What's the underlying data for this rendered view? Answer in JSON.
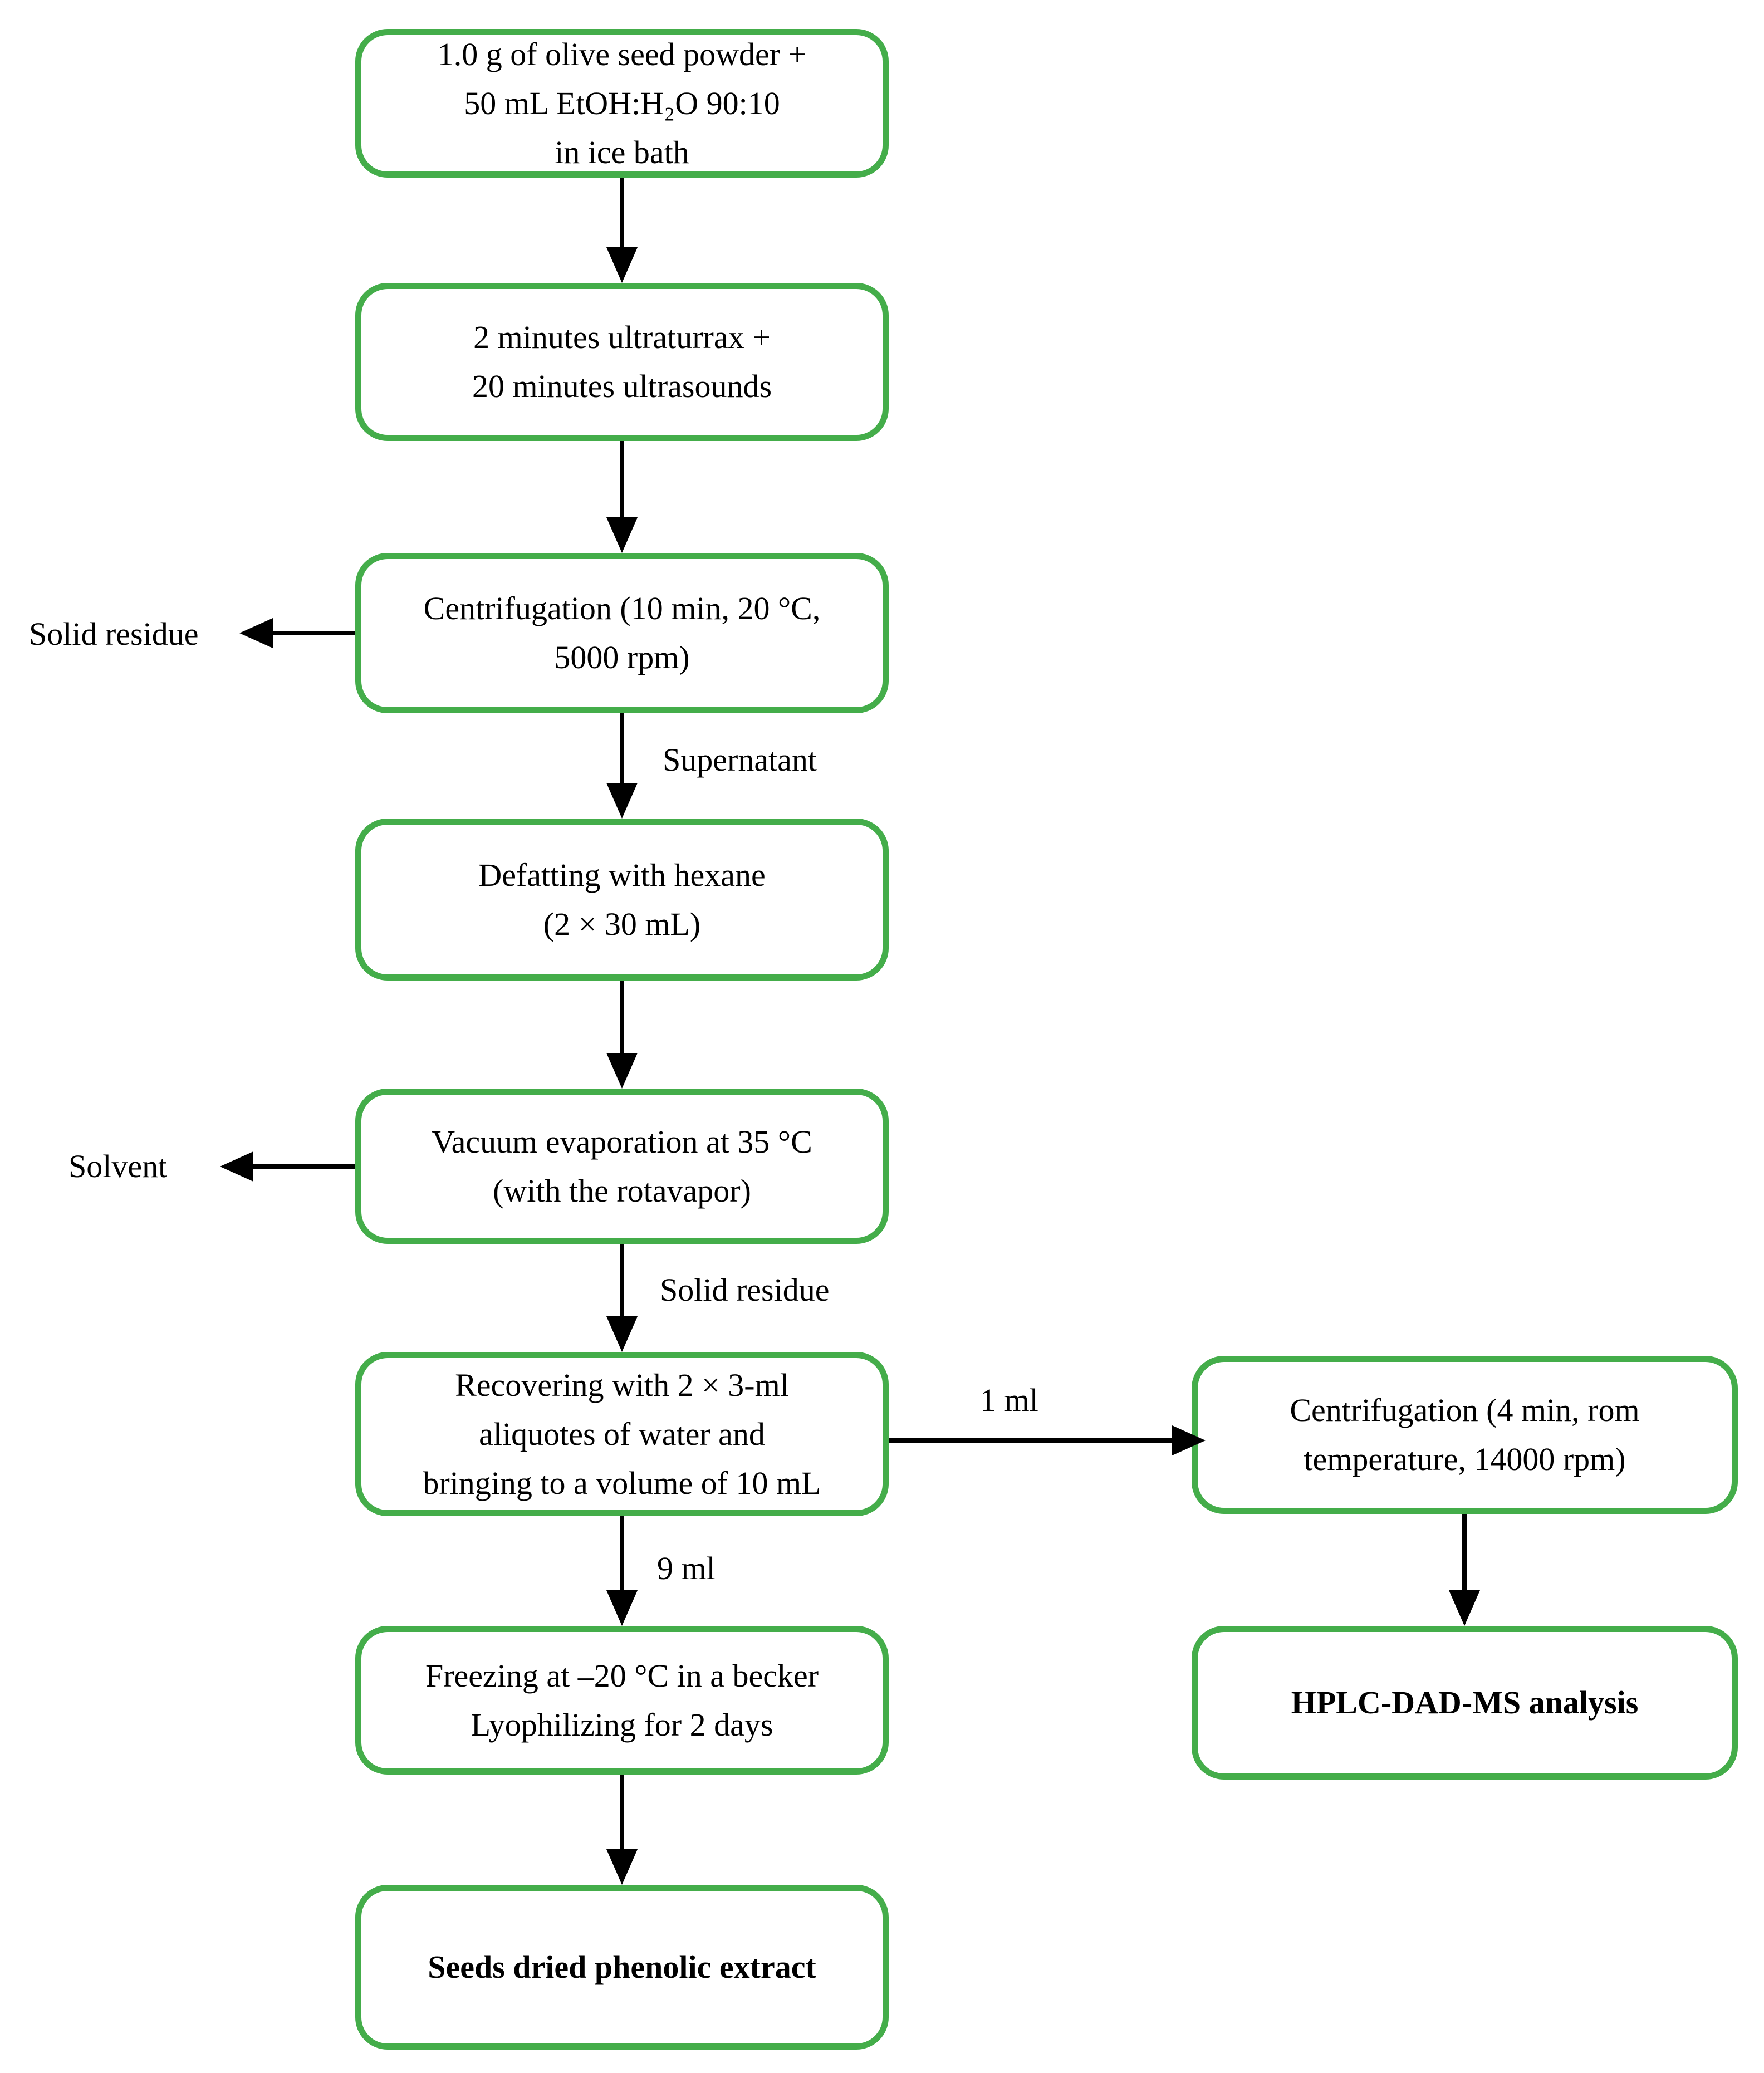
{
  "colors": {
    "box_border": "#44ad4a",
    "arrow": "#000000",
    "text": "#000000"
  },
  "boxes": {
    "step1": {
      "lines": [
        "1.0 g of olive seed powder +",
        "50 mL EtOH:H₂O 90:10",
        "in ice bath"
      ]
    },
    "step2": {
      "lines": [
        "2 minutes ultraturrax +",
        "20 minutes ultrasounds"
      ]
    },
    "step3": {
      "lines": [
        "Centrifugation (10 min, 20 °C,",
        "5000 rpm)"
      ]
    },
    "step4": {
      "lines": [
        "Defatting with hexane",
        "(2 × 30 mL)"
      ]
    },
    "step5": {
      "lines": [
        "Vacuum evaporation at 35 °C",
        "(with the rotavapor)"
      ]
    },
    "step6": {
      "lines": [
        "Recovering with 2 × 3-ml",
        "aliquotes of water and",
        "bringing to a volume of 10 mL"
      ]
    },
    "step7": {
      "lines": [
        "Freezing at –20 °C in a becker",
        "Lyophilizing for 2 days"
      ]
    },
    "step8": {
      "lines": [
        "Seeds dried phenolic extract"
      ]
    },
    "right1": {
      "lines": [
        "Centrifugation (4 min, rom",
        "temperature, 14000 rpm)"
      ]
    },
    "right2": {
      "lines": [
        "HPLC-DAD-MS analysis"
      ]
    }
  },
  "labels": {
    "solid_residue_left": "Solid residue",
    "supernatant": "Supernatant",
    "solvent": "Solvent",
    "solid_residue_mid": "Solid residue",
    "one_ml": "1 ml",
    "nine_ml": "9 ml"
  }
}
